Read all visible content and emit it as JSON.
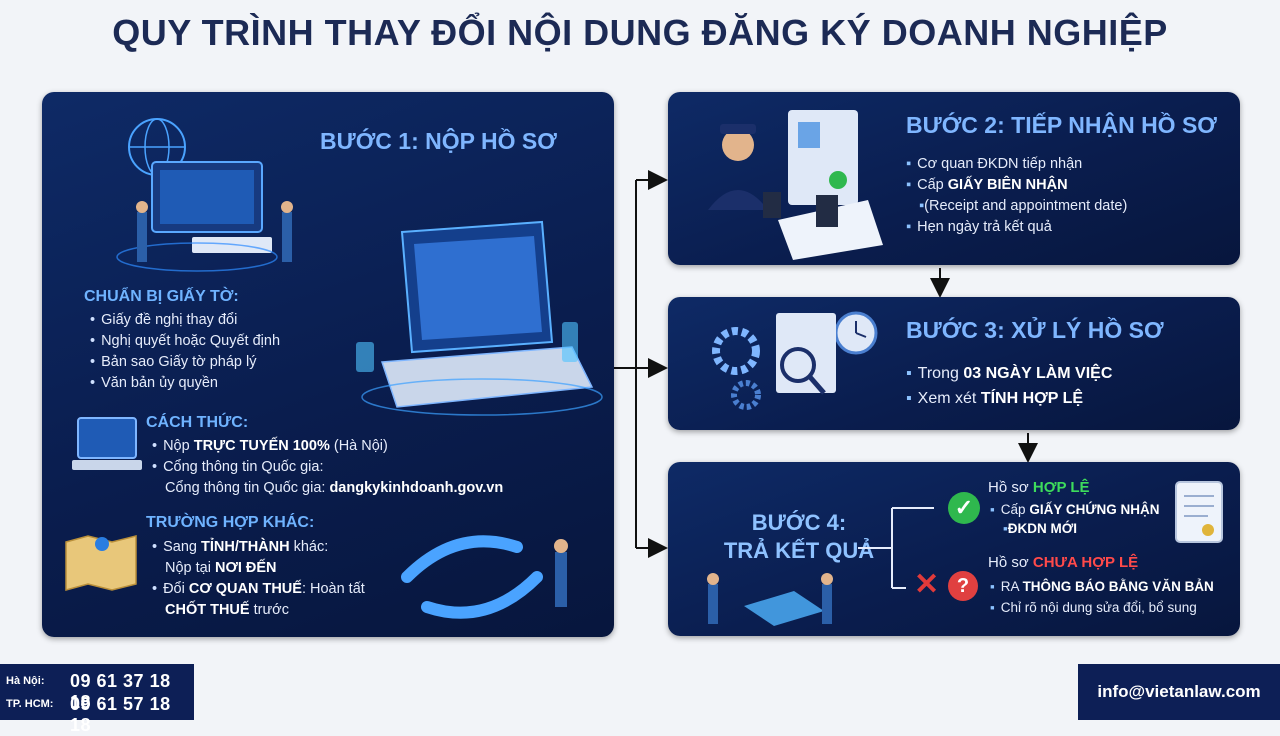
{
  "title": "QUY TRÌNH THAY ĐỔI NỘI DUNG ĐĂNG KÝ DOANH NGHIỆP",
  "step1": {
    "title": "BƯỚC 1: NỘP HỒ SƠ",
    "prepare": {
      "heading": "CHUẨN BỊ GIẤY TỜ:",
      "items": [
        "Giấy đề nghị thay đổi",
        "Nghị quyết hoặc Quyết định",
        "Bản sao Giấy tờ pháp lý",
        "Văn bản ủy quyền"
      ]
    },
    "method": {
      "heading": "CÁCH THỨC:",
      "i1_pre": "Nộp ",
      "i1_bold": "TRỰC TUYẾN 100%",
      "i1_post": " (Hà Nội)",
      "i2": "Cổng thông tin Quốc gia:",
      "i3_pre": "Cổng thông tin Quốc gia: ",
      "i3_bold": "dangkykinhdoanh.gov.vn"
    },
    "other": {
      "heading": "TRƯỜNG HỢP KHÁC:",
      "i1_pre": "Sang ",
      "i1_bold": "TỈNH/THÀNH",
      "i1_post": " khác:",
      "i2_pre": "Nộp tại ",
      "i2_bold": "NƠI ĐẾN",
      "i3_pre": "Đổi ",
      "i3_bold": "CƠ QUAN THUẾ",
      "i3_post": ": Hoàn tất",
      "i4_bold": "CHỐT THUẾ",
      "i4_post": " trước"
    }
  },
  "step2": {
    "title": "BƯỚC 2: TIẾP NHẬN HỒ SƠ",
    "i1": "Cơ quan ĐKDN tiếp nhận",
    "i2_pre": "Cấp ",
    "i2_bold": "GIẤY BIÊN NHẬN",
    "i3": "(Receipt and appointment date)",
    "i4": "Hẹn ngày trả kết quả"
  },
  "step3": {
    "title": "BƯỚC 3: XỬ LÝ HỒ SƠ",
    "i1_pre": "Trong ",
    "i1_bold": "03 NGÀY LÀM VIỆC",
    "i2_pre": "Xem xét ",
    "i2_bold": "TÍNH HỢP LỆ"
  },
  "step4": {
    "title_line1": "BƯỚC 4:",
    "title_line2": "TRẢ KẾT QUẢ",
    "valid": {
      "pre": "Hồ sơ ",
      "status": "HỢP LỆ",
      "i1_pre": "Cấp ",
      "i1_bold": "GIẤY CHỨNG NHẬN",
      "i2_bold": "ĐKDN MỚI"
    },
    "invalid": {
      "pre": "Hồ sơ ",
      "status": "CHƯA HỢP LỆ",
      "i1_pre": "RA ",
      "i1_bold": "THÔNG BÁO BẰNG VĂN BẢN",
      "i2": "Chỉ rõ nội dung sửa đổi, bổ sung"
    }
  },
  "footer": {
    "hanoi_label": "Hà Nội:",
    "hanoi_phone": "09 61 37 18 18",
    "hcm_label": "TP. HCM:",
    "hcm_phone": "09 61 57 18 18",
    "email": "info@vietanlaw.com"
  },
  "colors": {
    "panel": "#0a1d4e",
    "accent": "#7fb6ff",
    "valid": "#3ddc5c",
    "invalid": "#ff4a4a",
    "footer": "#0d1f56"
  }
}
